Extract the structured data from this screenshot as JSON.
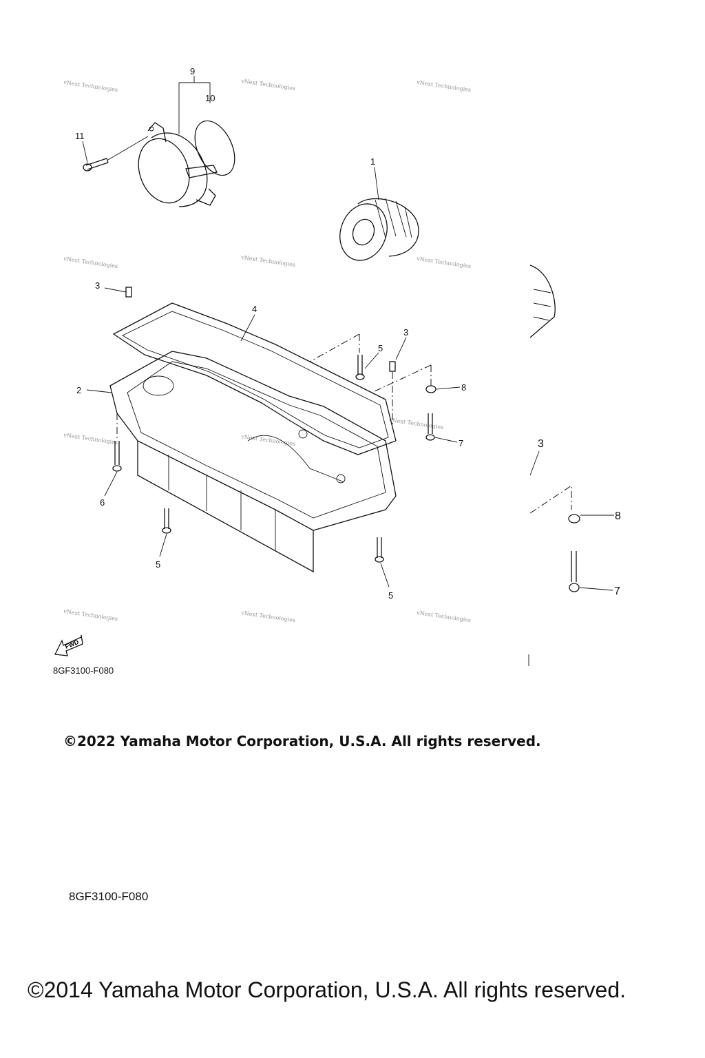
{
  "callouts": {
    "c9": "9",
    "c10": "10",
    "c11": "11",
    "c1": "1",
    "c3a": "3",
    "c4": "4",
    "c5a": "5",
    "c3b": "3",
    "c2": "2",
    "c8a": "8",
    "c7a": "7",
    "c6": "6",
    "c5b": "5",
    "c5c": "5",
    "c3c": "3",
    "c8b": "8",
    "c7b": "7"
  },
  "watermark": "vNext Technologies",
  "fwd_label": "FWD",
  "diagram_code_top": "8GF3100-F080",
  "copyright_top": "©2022 Yamaha Motor Corporation, U.S.A. All rights reserved.",
  "diagram_code_bottom": "8GF3100-F080",
  "copyright_bottom": "©2014 Yamaha Motor Corporation, U.S.A. All rights reserved."
}
